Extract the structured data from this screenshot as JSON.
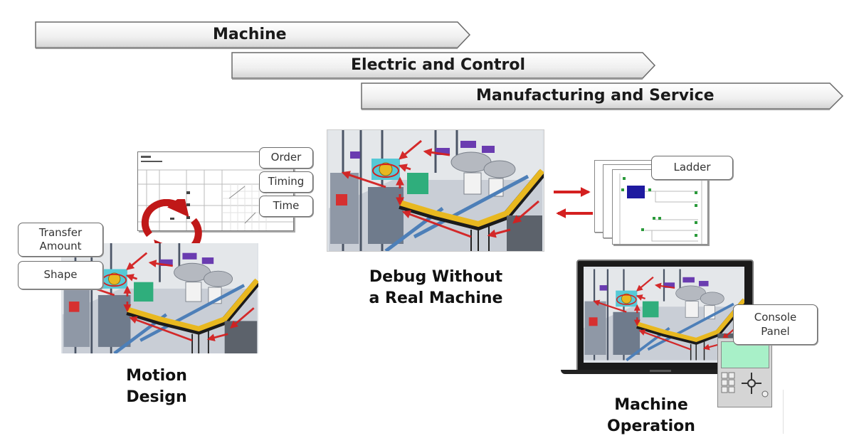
{
  "phases": [
    {
      "label": "Machine"
    },
    {
      "label": "Electric and Control"
    },
    {
      "label": "Manufacturing and Service"
    }
  ],
  "motion_design": {
    "caption": "Motion\nDesign",
    "callouts": {
      "transfer_amount": "Transfer\nAmount",
      "shape": "Shape",
      "order": "Order",
      "timing": "Timing",
      "time": "Time"
    },
    "cycle_icon": "circular-arrows-icon"
  },
  "debug": {
    "caption": "Debug Without\na Real Machine",
    "ladder_callout": "Ladder",
    "exchange_icon": "bidirectional-arrows-icon"
  },
  "machine_operation": {
    "caption": "Machine\nOperation",
    "console_callout": "Console\nPanel"
  },
  "colors": {
    "banner_fill_top": "#fdfdfd",
    "banner_fill_bottom": "#d6d6d6",
    "banner_stroke": "#6a6a6a",
    "flow_arrow": "#d42020",
    "conveyor": "#e8b820",
    "console_screen": "#a8f0c8",
    "ladder_block": "#1e1aa0",
    "machine_purple": "#6a3cb0"
  }
}
